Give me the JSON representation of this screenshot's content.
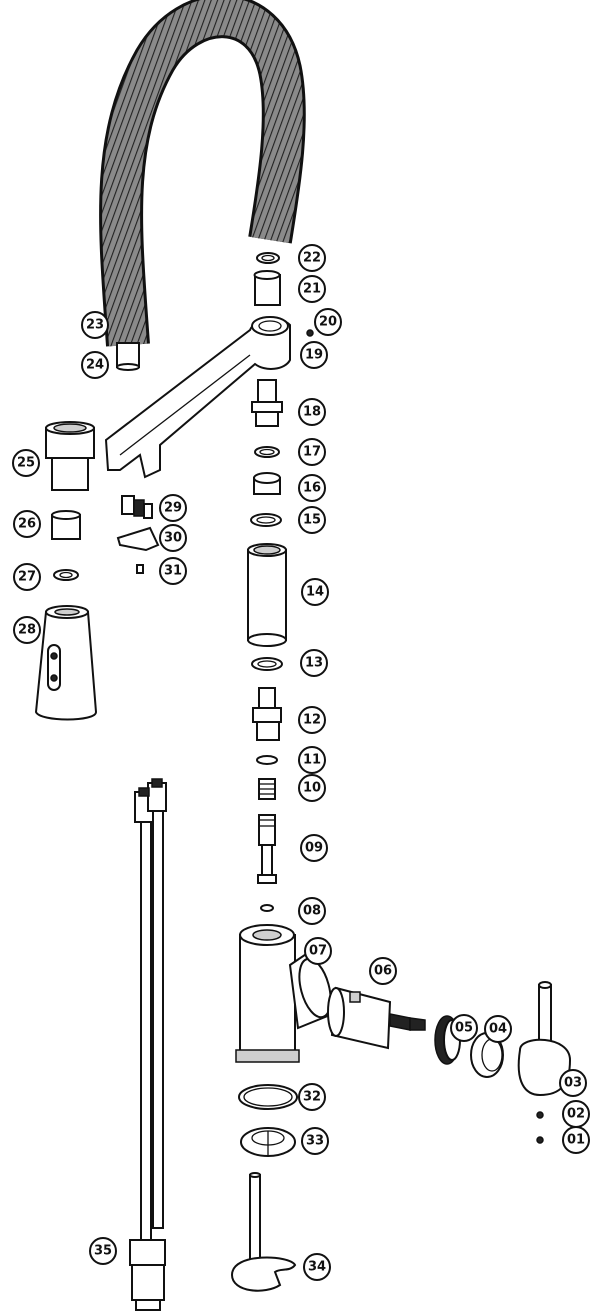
{
  "diagram": {
    "callouts": [
      "01",
      "02",
      "03",
      "04",
      "05",
      "06",
      "07",
      "08",
      "09",
      "10",
      "11",
      "12",
      "13",
      "14",
      "15",
      "16",
      "17",
      "18",
      "19",
      "20",
      "21",
      "22",
      "23",
      "24",
      "25",
      "26",
      "27",
      "28",
      "29",
      "30",
      "31",
      "32",
      "33",
      "34",
      "35"
    ]
  }
}
